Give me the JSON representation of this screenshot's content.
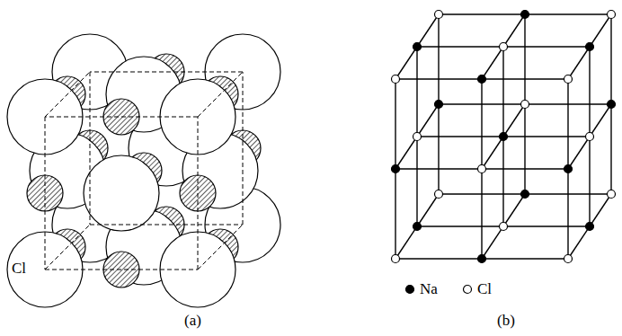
{
  "diagram": {
    "labels": [
      "Cl",
      "(a)",
      "(b)"
    ],
    "legend": [
      {
        "text": "Na"
      },
      {
        "text": "Cl"
      }
    ]
  }
}
